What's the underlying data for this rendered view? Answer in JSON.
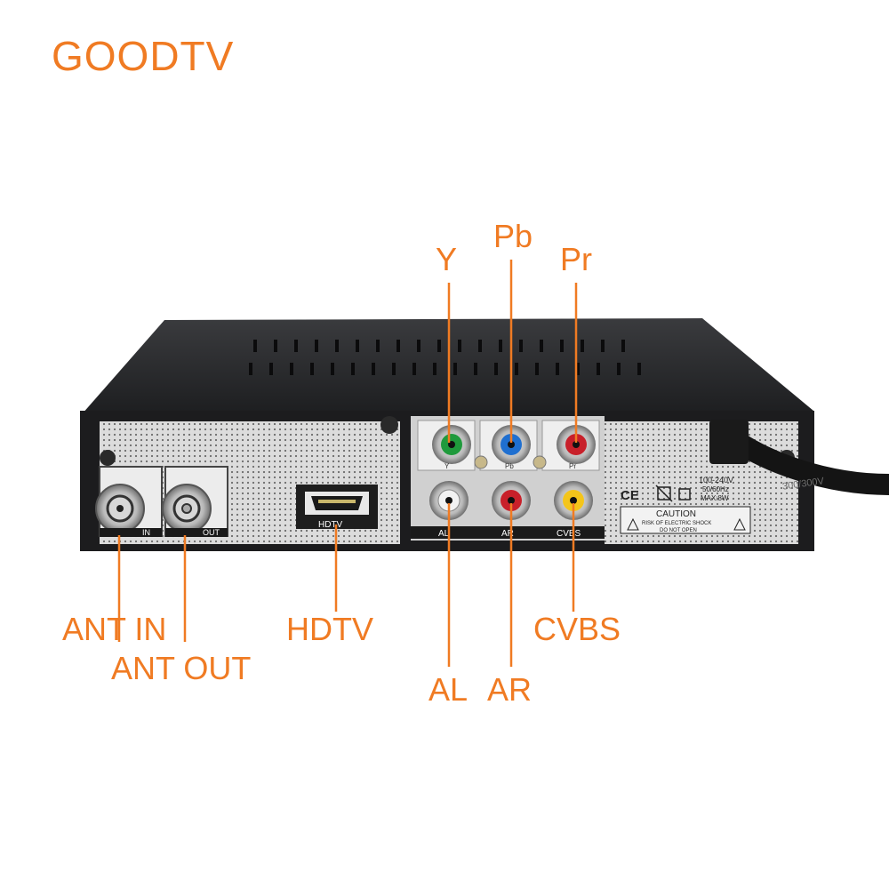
{
  "brand": {
    "name": "GOODTV",
    "color": "#f07b23"
  },
  "accent_color": "#f07b23",
  "callouts": {
    "y": "Y",
    "pb": "Pb",
    "pr": "Pr",
    "ant_in": "ANT IN",
    "ant_out": "ANT OUT",
    "hdtv": "HDTV",
    "al": "AL",
    "ar": "AR",
    "cvbs": "CVBS"
  },
  "panel": {
    "ant_in_label": "IN",
    "ant_out_label": "OUT",
    "hdmi_label": "HDTV",
    "y_label": "Y",
    "pb_label": "Pb",
    "pr_label": "Pr",
    "al_label": "AL",
    "ar_label": "AR",
    "cvbs_label": "CVBS",
    "ce_mark": "CE",
    "voltage": "100-240V",
    "frequency": "50/60Hz",
    "power": "MAX:8W",
    "caution_title": "CAUTION",
    "caution_line1": "RISK OF ELECTRIC SHOCK",
    "caution_line2": "DO NOT OPEN",
    "cable_text": "300/300V"
  },
  "jack_colors": {
    "y": "#1f9a3c",
    "pb": "#1f6fd0",
    "pr": "#c8202a",
    "al": "#f2f2f2",
    "ar": "#c8202a",
    "cvbs": "#f4c51a"
  }
}
